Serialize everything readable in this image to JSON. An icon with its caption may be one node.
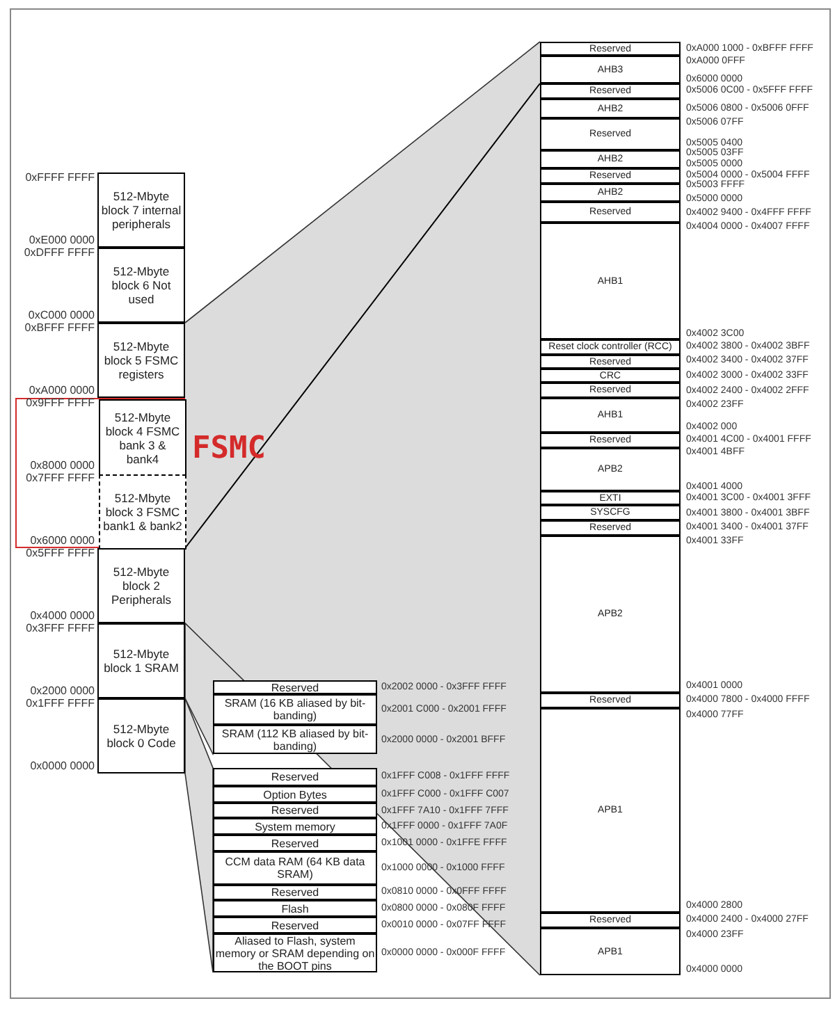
{
  "diagram": {
    "nodes": [
      {
        "text": [
          "512-Mbyte block 7 internal peripherals"
        ]
      },
      {
        "text": [
          "512-Mbyte block 6 Not used"
        ]
      },
      {
        "text": [
          "512-Mbyte block 5 FSMC registers"
        ]
      },
      {
        "text": [
          "FSMC"
        ]
      },
      {
        "text": [
          "512-Mbyte block 4 FSMC bank 3 & bank4"
        ],
        "in": 3
      },
      {
        "text": [
          "512-Mbyte block 3 FSMC bank1 & bank2"
        ],
        "in": 3
      },
      {
        "text": [
          "512-Mbyte block 2 Peripherals"
        ]
      },
      {
        "text": [
          "512-Mbyte block 1 SRAM"
        ]
      },
      {
        "text": [
          "512-Mbyte block 0 Code"
        ]
      },
      {
        "text": [
          "Reserved"
        ]
      },
      {
        "text": [
          "AHB3"
        ]
      },
      {
        "text": [
          "Reserved"
        ]
      },
      {
        "text": [
          "AHB2"
        ]
      },
      {
        "text": [
          "Reserved"
        ]
      },
      {
        "text": [
          "AHB2"
        ]
      },
      {
        "text": [
          "Reserved"
        ]
      },
      {
        "text": [
          "AHB2"
        ]
      },
      {
        "text": [
          "Reserved"
        ]
      },
      {
        "text": [
          "AHB1"
        ]
      },
      {
        "text": [
          "Reset clock controller (RCC)"
        ]
      },
      {
        "text": [
          "Reserved"
        ]
      },
      {
        "text": [
          "CRC"
        ]
      },
      {
        "text": [
          "Reserved"
        ]
      },
      {
        "text": [
          "AHB1"
        ]
      },
      {
        "text": [
          "Reserved"
        ]
      },
      {
        "text": [
          "APB2"
        ]
      },
      {
        "text": [
          "EXTI"
        ]
      },
      {
        "text": [
          "SYSCFG"
        ]
      },
      {
        "text": [
          "Reserved"
        ]
      },
      {
        "text": [
          "APB2"
        ]
      },
      {
        "text": [
          "Reserved"
        ]
      },
      {
        "text": [
          "APB1"
        ]
      },
      {
        "text": [
          "Reserved"
        ]
      },
      {
        "text": [
          "APB1"
        ]
      },
      {
        "text": [
          "Reserved"
        ]
      },
      {
        "text": [
          "SRAM (16 KB aliased by bit-banding)"
        ]
      },
      {
        "text": [
          "SRAM (112 KB aliased by bit-banding)"
        ]
      },
      {
        "text": [
          "Reserved"
        ]
      },
      {
        "text": [
          "Option Bytes"
        ]
      },
      {
        "text": [
          "Reserved"
        ]
      },
      {
        "text": [
          "System memory"
        ]
      },
      {
        "text": [
          "Reserved"
        ]
      },
      {
        "text": [
          "CCM data RAM (64 KB data SRAM)"
        ]
      },
      {
        "text": [
          "Reserved"
        ]
      },
      {
        "text": [
          "Flash"
        ]
      },
      {
        "text": [
          "Reserved"
        ]
      },
      {
        "text": [
          "Aliased to Flash, system memory or SRAM depending on the BOOT pins"
        ]
      }
    ],
    "labels": [
      "0xFFFF FFFF",
      "0xE000 0000",
      "0xDFFF FFFF",
      "0xC000 0000",
      "0xBFFF FFFF",
      "0xA000 0000",
      "0x9FFF FFFF",
      "0x8000 0000",
      "0x7FFF FFFF",
      "0x6000 0000",
      "0x5FFF FFFF",
      "0x4000 0000",
      "0x3FFF FFFF",
      "0x2000 0000",
      "0x1FFF FFFF",
      "0x0000 0000",
      "0xA000 1000 - 0xBFFF FFFF",
      "0xA000 0FFF",
      "0x6000 0000",
      "0x5006 0C00 - 0x5FFF FFFF",
      "0x5006 0800 - 0x5006 0FFF",
      "0x5006 07FF",
      "0x5005 0400",
      "0x5005 03FF",
      "0x5005 0000",
      "0x5004 0000 - 0x5004 FFFF",
      "0x5003 FFFF",
      "0x5000 0000",
      "0x4002 9400 - 0x4FFF FFFF",
      "0x4004 0000 - 0x4007 FFFF",
      "0x4002 3C00",
      "0x4002 3800 - 0x4002 3BFF",
      "0x4002 3400 - 0x4002 37FF",
      "0x4002 3000 - 0x4002 33FF",
      "0x4002 2400 - 0x4002 2FFF",
      "0x4002 23FF",
      "0x4002 000",
      "0x4001 4C00 - 0x4001 FFFF",
      "0x4001 4BFF",
      "0x4001 4000",
      "0x4001 3C00 - 0x4001 3FFF",
      "0x4001 3800 - 0x4001 3BFF",
      "0x4001 3400 - 0x4001 37FF",
      "0x4001 33FF",
      "0x4001 0000",
      "0x4000 7800 - 0x4000 FFFF",
      "0x4000 77FF",
      "0x4000 2800",
      "0x4000 2400 - 0x4000 27FF",
      "0x4000 23FF",
      "0x4000 0000",
      "0x2002 0000 - 0x3FFF FFFF",
      "0x2001 C000 - 0x2001 FFFF",
      "0x2000 0000 - 0x2001 BFFF",
      "0x1FFF C008 - 0x1FFF FFFF",
      "0x1FFF C000 - 0x1FFF C007",
      "0x1FFF 7A10 - 0x1FFF 7FFF",
      "0x1FFF 0000 - 0x1FFF 7A0F",
      "0x1001 0000 - 0x1FFE FFFF",
      "0x1000 0000 - 0x1000 FFFF",
      "0x0810 0000 - 0x0FFF FFFF",
      "0x0800 0000 - 0x080F FFFF",
      "0x0010 0000 - 0x07FF FFFF",
      "0x0000 0000 - 0x000F FFFF"
    ]
  }
}
